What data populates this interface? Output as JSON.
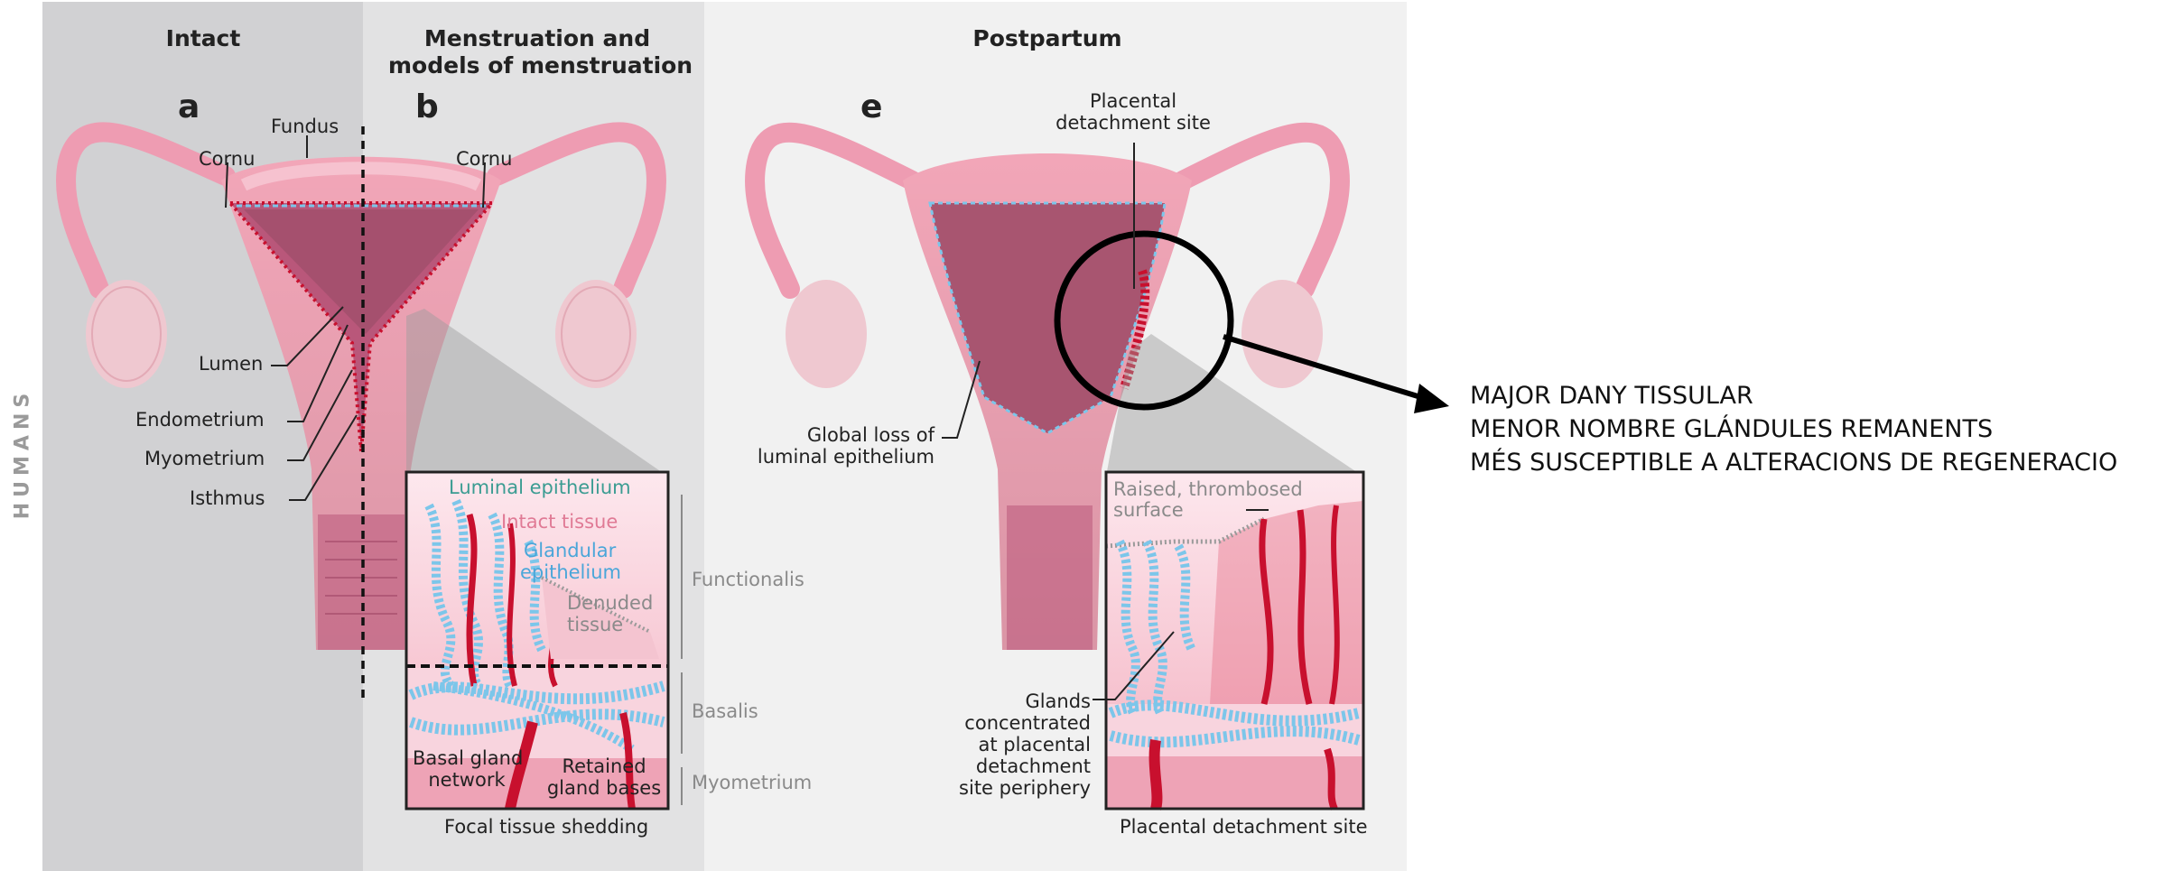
{
  "headers": {
    "intact": "Intact",
    "menstruation_line1": "Menstruation and",
    "menstruation_line2": "models of menstruation",
    "postpartum": "Postpartum"
  },
  "side_label": "HUMANS",
  "panel_letters": {
    "a": "a",
    "b": "b",
    "e": "e"
  },
  "labels_a": {
    "fundus": "Fundus",
    "cornu": "Cornu",
    "lumen": "Lumen",
    "endometrium": "Endometrium",
    "myometrium": "Myometrium",
    "isthmus": "Isthmus"
  },
  "labels_b": {
    "cornu": "Cornu",
    "luminal_epithelium": "Luminal epithelium",
    "intact_tissue": "Intact tissue",
    "glandular_epithelium_1": "Glandular",
    "glandular_epithelium_2": "epithelium",
    "denuded_1": "Denuded",
    "denuded_2": "tissue",
    "basal_gland_1": "Basal gland",
    "basal_gland_2": "network",
    "retained_1": "Retained",
    "retained_2": "gland bases",
    "caption": "Focal tissue shedding"
  },
  "layers": {
    "functionalis": "Functionalis",
    "basalis": "Basalis",
    "myometrium": "Myometrium"
  },
  "labels_e": {
    "placental_1": "Placental",
    "placental_2": "detachment site",
    "global_1": "Global loss of",
    "global_2": "luminal epithelium",
    "raised_1": "Raised, thrombosed",
    "raised_2": "surface",
    "glands_1": "Glands",
    "glands_2": "concentrated",
    "glands_3": "at placental",
    "glands_4": "detachment",
    "glands_5": "site periphery",
    "caption": "Placental detachment site"
  },
  "annotation": {
    "line1": "MAJOR DANY TISSULAR",
    "line2": "MENOR NOMBRE GLÁNDULES REMANENTS",
    "line3": "MÉS SUSCEPTIBLE A ALTERACIONS DE REGENERACIO"
  },
  "colors": {
    "panel_a_bg": "#d1d1d3",
    "panel_b_bg": "#e2e2e3",
    "panel_e_bg": "#f1f1f1",
    "uterus": "#f2a6b8",
    "endometrium": "#b9577a",
    "vessel": "#c8102e",
    "gland": "#7cc6ea"
  }
}
